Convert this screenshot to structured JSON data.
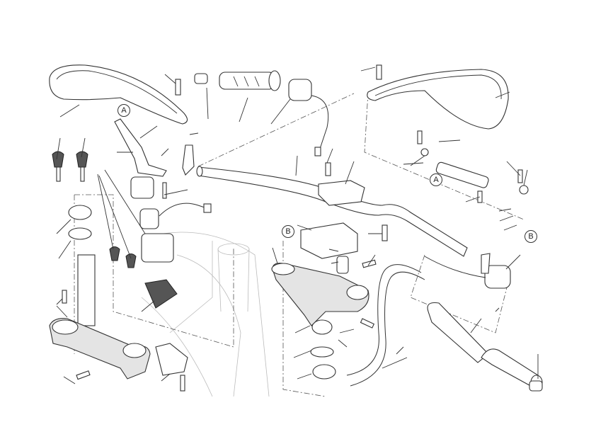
{
  "diagram": {
    "reference_labels": {
      "a_left": "A",
      "a_right": "A",
      "b_left": "B",
      "b_right": "B"
    },
    "colors": {
      "line": "#333333",
      "fill_dark": "#555555",
      "fill_light": "#e4e4e4"
    }
  }
}
